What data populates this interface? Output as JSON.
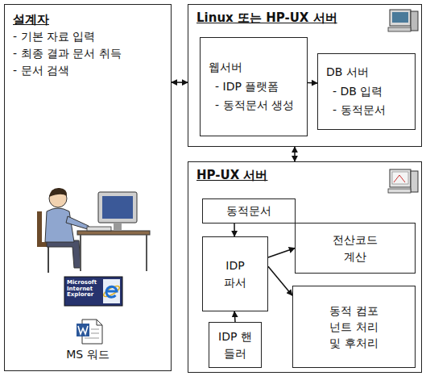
{
  "diagram": {
    "nodes": [
      {
        "text": [
          "설계자",
          "- 기본 자료 입력",
          "- 최종 결과 문서 취득",
          "- 문서 검색",
          "MS 워드"
        ]
      },
      {
        "text": [
          "Linux 또는 HP-UX 서버"
        ]
      },
      {
        "text": [
          "웹서버",
          "- IDP 플랫폼",
          "- 동적문서 생성"
        ],
        "in": 1
      },
      {
        "text": [
          "DB 서버",
          "- DB 입력",
          "- 동적문서"
        ],
        "in": 1
      },
      {
        "text": [
          "HP-UX 서버"
        ]
      },
      {
        "text": [
          "동적문서"
        ],
        "in": 4
      },
      {
        "text": [
          "IDP 파서"
        ],
        "in": 4
      },
      {
        "text": [
          "전산코드 계산"
        ],
        "in": 4
      },
      {
        "text": [
          "IDP 핸들러"
        ],
        "in": 4
      },
      {
        "text": [
          "동적 컴포넌트 처리 및 후처리"
        ],
        "in": 4
      }
    ],
    "edges": [
      {
        "from": 0,
        "to": 1,
        "arrow": "both"
      },
      {
        "from": 2,
        "to": 3,
        "arrow": "to"
      },
      {
        "from": 1,
        "to": 4,
        "arrow": "both"
      },
      {
        "from": 5,
        "to": 6,
        "arrow": "to"
      },
      {
        "from": 8,
        "to": 6,
        "arrow": "to"
      },
      {
        "from": 6,
        "to": 7,
        "arrow": "to"
      },
      {
        "from": 6,
        "to": 9,
        "arrow": "to"
      }
    ],
    "labels": [
      "Microsoft Internet Explorer"
    ]
  }
}
